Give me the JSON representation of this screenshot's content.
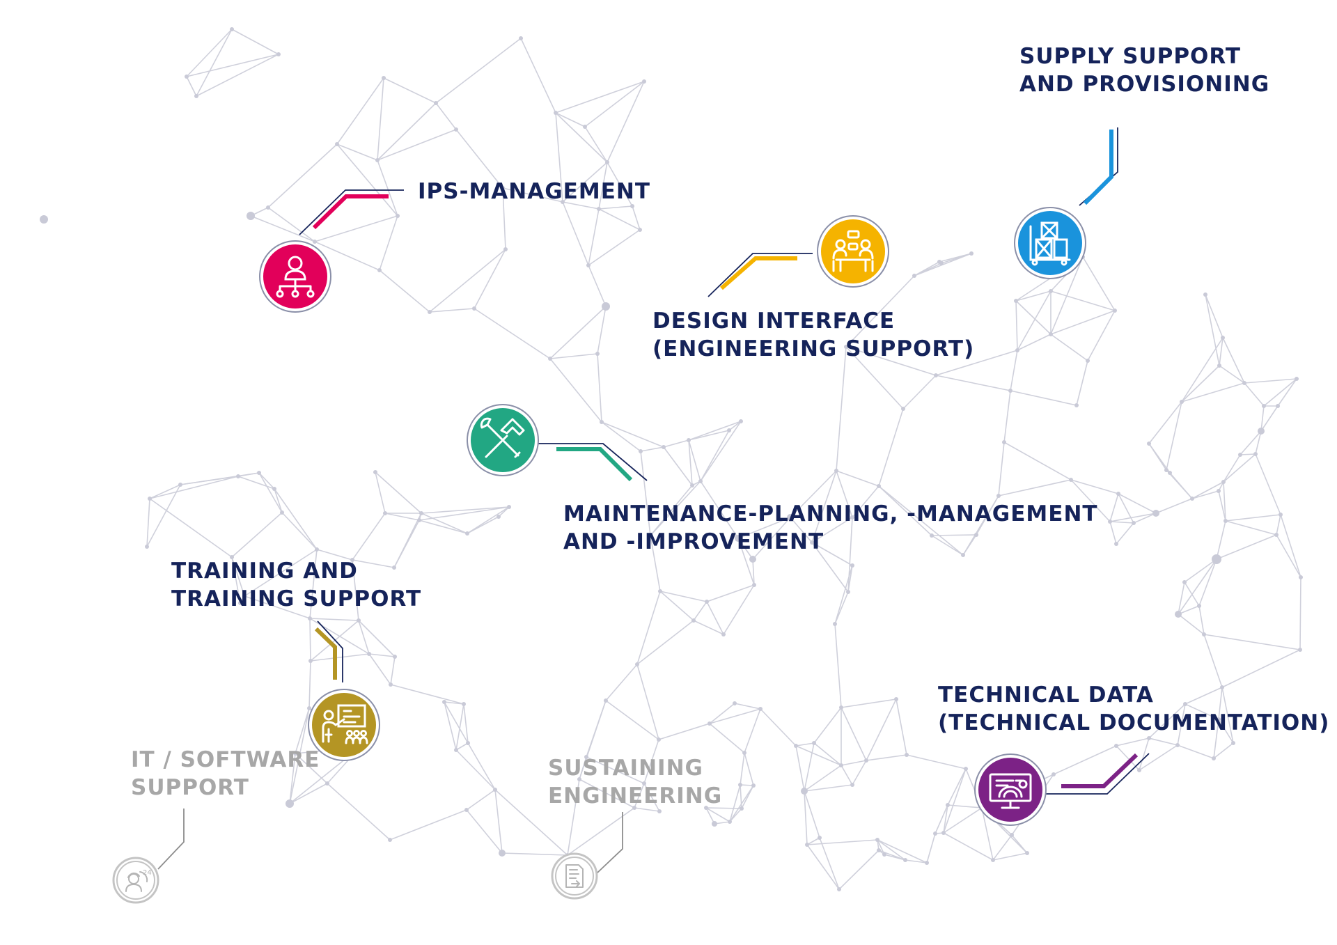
{
  "colors": {
    "navy": "#15235a",
    "grey_text": "#a7a7a7",
    "network_line": "#cfd0db",
    "network_node": "#c9cad7",
    "ips_management": "#e2005a",
    "design_interface": "#f5b300",
    "supply_support": "#1a93dc",
    "maintenance": "#22a783",
    "training": "#b49524",
    "technical_data": "#7c2286",
    "inactive": "#bcbcbc"
  },
  "topics": [
    {
      "id": "ips",
      "state": "active",
      "icon": "org-chart-person-icon",
      "color": "ips_management",
      "lines": [
        "IPS-MANAGEMENT"
      ]
    },
    {
      "id": "design",
      "state": "active",
      "icon": "team-meeting-icon",
      "color": "design_interface",
      "lines": [
        "DESIGN INTERFACE",
        "(ENGINEERING SUPPORT)"
      ]
    },
    {
      "id": "supply",
      "state": "active",
      "icon": "cargo-crates-icon",
      "color": "supply_support",
      "lines": [
        "SUPPLY SUPPORT",
        "AND PROVISIONING"
      ]
    },
    {
      "id": "maint",
      "state": "active",
      "icon": "wrench-hammer-icon",
      "color": "maintenance",
      "lines": [
        "MAINTENANCE-PLANNING, -MANAGEMENT",
        "AND -IMPROVEMENT"
      ]
    },
    {
      "id": "training",
      "state": "active",
      "icon": "presenter-board-icon",
      "color": "training",
      "lines": [
        "TRAINING AND",
        "TRAINING SUPPORT"
      ]
    },
    {
      "id": "techdata",
      "state": "active",
      "icon": "monitor-document-icon",
      "color": "technical_data",
      "lines": [
        "TECHNICAL DATA",
        "(TECHNICAL DOCUMENTATION)"
      ]
    },
    {
      "id": "it",
      "state": "inactive",
      "icon": "support-24h-icon",
      "color": "inactive",
      "lines": [
        "IT / SOFTWARE",
        "SUPPORT"
      ]
    },
    {
      "id": "sustain",
      "state": "inactive",
      "icon": "document-arrow-icon",
      "color": "inactive",
      "lines": [
        "SUSTAINING",
        "ENGINEERING"
      ]
    }
  ]
}
